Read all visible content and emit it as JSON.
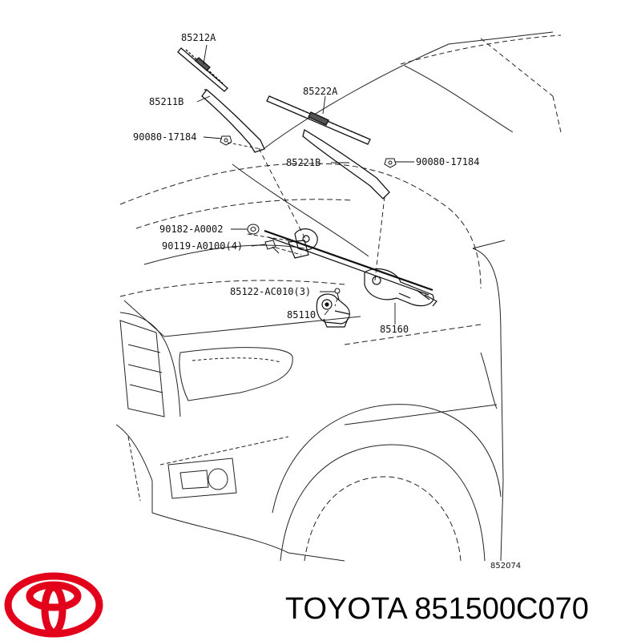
{
  "parts": [
    {
      "id": "wiper-blade-front",
      "number": "85212A"
    },
    {
      "id": "wiper-arm-front",
      "number": "85211B"
    },
    {
      "id": "nut-left",
      "number": "90080-17184"
    },
    {
      "id": "wiper-blade-rear",
      "number": "85222A"
    },
    {
      "id": "wiper-arm-rear",
      "number": "85221B"
    },
    {
      "id": "nut-right",
      "number": "90080-17184"
    },
    {
      "id": "cap",
      "number": "90182-A0002"
    },
    {
      "id": "bolt",
      "number": "90119-A0100(4)"
    },
    {
      "id": "screw",
      "number": "85122-AC010(3)"
    },
    {
      "id": "wiper-motor",
      "number": "85110"
    },
    {
      "id": "wiper-link",
      "number": "85160"
    }
  ],
  "diagram_ref": "852074",
  "brand": {
    "name": "TOYOTA",
    "part_number": "851500C070",
    "logo_color": "#e2001a",
    "logo_icon": "toyota-logo-icon"
  }
}
